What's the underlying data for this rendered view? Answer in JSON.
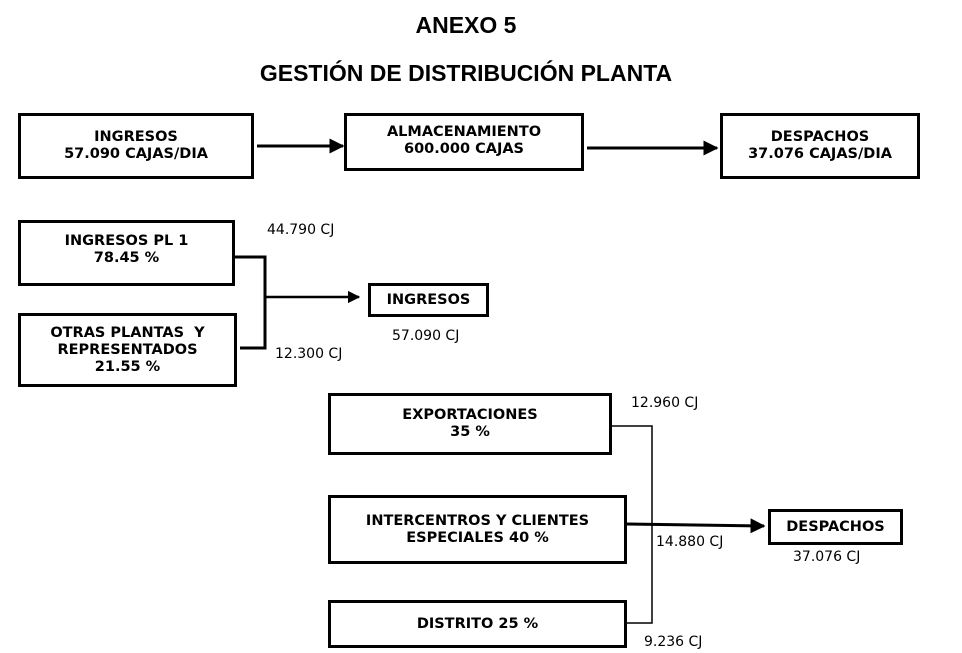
{
  "title": "ANEXO 5",
  "subtitle": "GESTIÓN DE DISTRIBUCIÓN PLANTA",
  "top_flow": {
    "ingresos": {
      "line1": "INGRESOS",
      "line2": "57.090 CAJAS/DIA"
    },
    "almacenamiento": {
      "line1": "ALMACENAMIENTO",
      "line2": "600.000 CAJAS"
    },
    "despachos": {
      "line1": "DESPACHOS",
      "line2": "37.076 CAJAS/DIA"
    }
  },
  "ingresos_breakdown": {
    "pl1": {
      "line1": "INGRESOS PL 1",
      "line2": "78.45 %",
      "qty": "44.790 CJ"
    },
    "otras": {
      "line1": "OTRAS PLANTAS  Y",
      "line2": "REPRESENTADOS",
      "line3": "21.55 %",
      "qty": "12.300 CJ"
    },
    "total": {
      "label": "INGRESOS",
      "qty": "57.090 CJ"
    }
  },
  "despachos_breakdown": {
    "exportaciones": {
      "line1": "EXPORTACIONES",
      "line2": "35 %",
      "qty": "12.960 CJ"
    },
    "intercentros": {
      "line1": "INTERCENTROS Y CLIENTES",
      "line2": "ESPECIALES 40 %",
      "qty": "14.880 CJ"
    },
    "distrito": {
      "line1": "DISTRITO 25 %",
      "qty": "9.236 CJ"
    },
    "total": {
      "label": "DESPACHOS",
      "qty": "37.076 CJ"
    }
  }
}
